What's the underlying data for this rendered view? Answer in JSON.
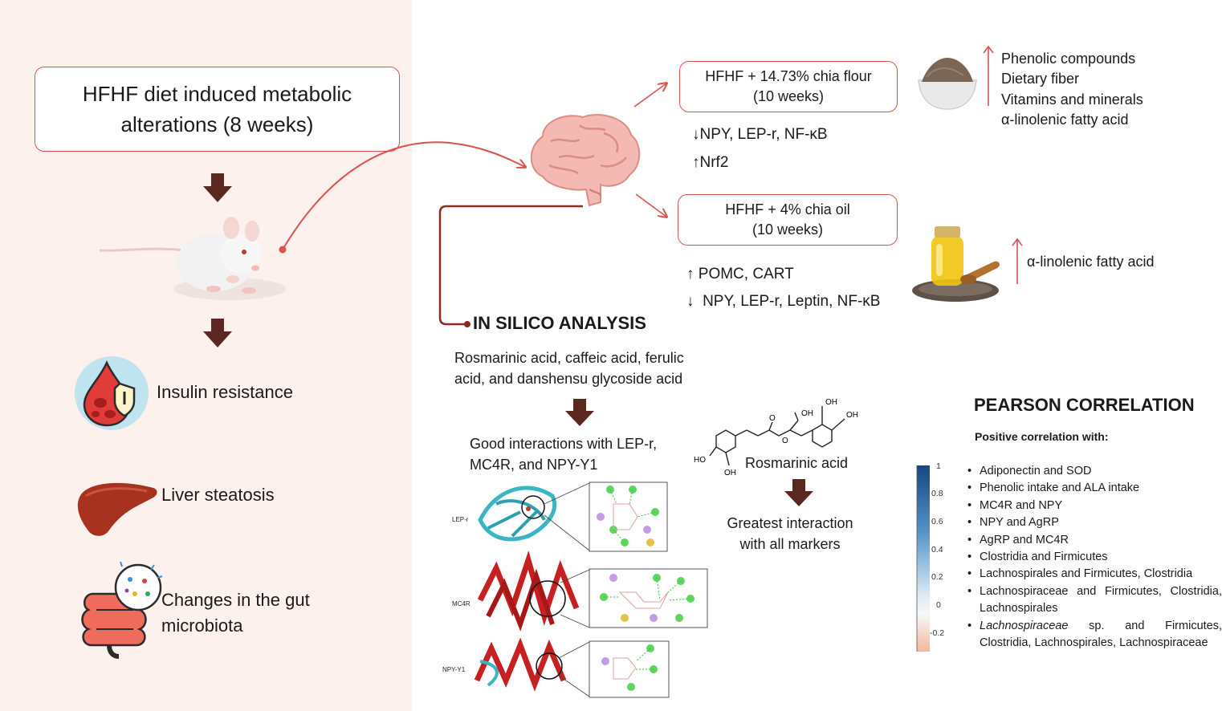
{
  "left": {
    "diet_box": "HFHF diet induced metabolic alterations (8 weeks)",
    "outcomes": [
      "Insulin resistance",
      "Liver steatosis",
      "Changes in the gut microbiota"
    ]
  },
  "flour": {
    "box_line1": "HFHF + 14.73% chia flour",
    "box_line2": "(10 weeks)",
    "effect_down": "NPY, LEP-r, NF-κB",
    "effect_up": "Nrf2",
    "components": [
      "Phenolic compounds",
      "Dietary fiber",
      "Vitamins and minerals",
      "α-linolenic fatty acid"
    ]
  },
  "oil": {
    "box_line1": "HFHF + 4% chia oil",
    "box_line2": "(10 weeks)",
    "effect_up": "POMC, CART",
    "effect_down": "NPY, LEP-r, Leptin, NF-κB",
    "component": "α-linolenic fatty acid"
  },
  "silico": {
    "title": "IN SILICO ANALYSIS",
    "acids_line1": "Rosmarinic acid, caffeic acid, ferulic",
    "acids_line2": "acid, and danshensu glycoside acid",
    "interactions_line1": "Good interactions with  LEP-r,",
    "interactions_line2": "MC4R, and NPY-Y1",
    "rosmarinic_label": "Rosmarinic acid",
    "greatest_line1": "Greatest interaction",
    "greatest_line2": "with all markers",
    "receptor_labels": [
      "LEP-r",
      "MC4R",
      "NPY-Y1"
    ],
    "molecule_labels": [
      "OH",
      "OH",
      "OH",
      "O",
      "O",
      "HO",
      "OH"
    ]
  },
  "pearson": {
    "title": "PEARSON CORRELATION",
    "subtitle": "Positive correlation with:",
    "scale_ticks": [
      "1",
      "0.8",
      "0.6",
      "0.4",
      "0.2",
      "0",
      "-0.2"
    ],
    "items": [
      "Adiponectin and SOD",
      "Phenolic intake and ALA intake",
      "MC4R and NPY",
      "NPY and AgRP",
      "AgRP and MC4R",
      "Clostridia and Firmicutes",
      "Lachnospirales and Firmicutes, Clostridia",
      "Lachnospiraceae and Firmicutes, Clostridia, Lachnospirales"
    ],
    "last_item_italic": "Lachnospiraceae",
    "last_item_rest": " sp. and Firmicutes, Clostridia, Lachnospirales, Lachnospiraceae"
  },
  "colors": {
    "accent_red": "#d9534f",
    "dark_arrow": "#5a2820",
    "left_bg": "#fdf1ee"
  }
}
